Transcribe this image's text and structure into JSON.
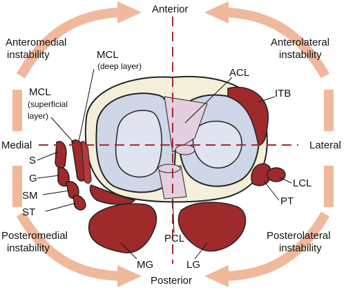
{
  "directions": {
    "anterior": "Anterior",
    "posterior": "Posterior",
    "medial": "Medial",
    "lateral": "Lateral"
  },
  "quadrants": {
    "anteromedial": [
      "Anteromedial",
      "instability"
    ],
    "anterolateral": [
      "Anterolateral",
      "instability"
    ],
    "posteromedial": [
      "Posteromedial",
      "instability"
    ],
    "posterolateral": [
      "Posterolateral",
      "instability"
    ]
  },
  "structures": {
    "mcl_deep": [
      "MCL",
      "(deep layer)"
    ],
    "mcl_superficial": [
      "MCL",
      "(superficial",
      "layer)"
    ],
    "acl": "ACL",
    "itb": "ITB",
    "s": "S",
    "g": "G",
    "sm": "SM",
    "st": "ST",
    "lcl": "LCL",
    "pt": "PT",
    "pcl": "PCL",
    "mg": "MG",
    "lg": "LG"
  },
  "colors": {
    "arrow": "#f0b89c",
    "arrow_stroke": "#d8957a",
    "muscle": "#9e2a2b",
    "meniscus": "#cfd6e8",
    "bone": "#f3efd9",
    "axis": "#a32a2a",
    "ligament": "#e4cfe0"
  }
}
